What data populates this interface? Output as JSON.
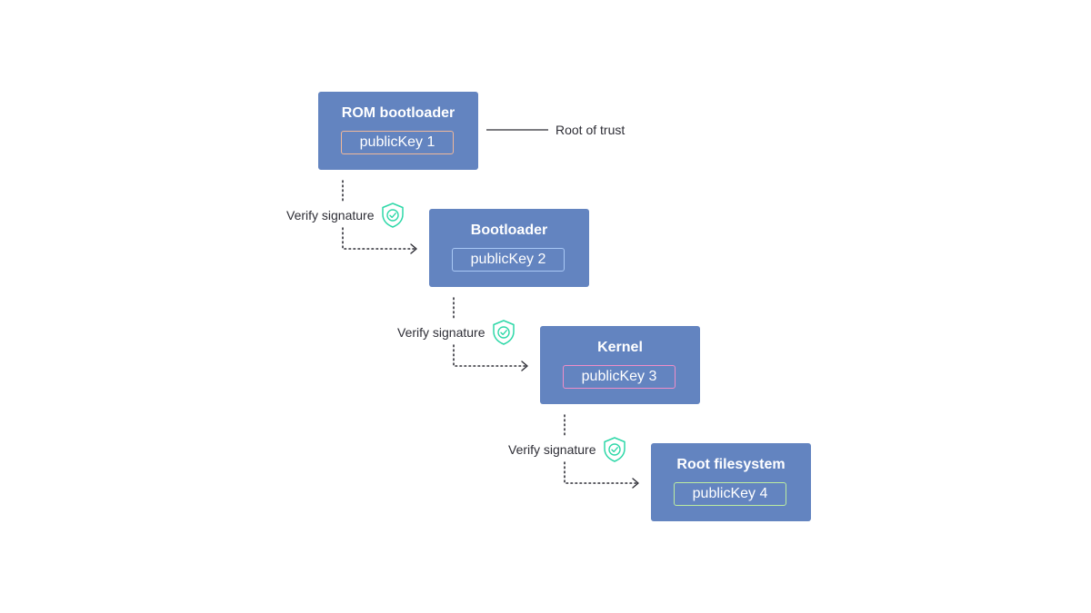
{
  "colors": {
    "box_fill": "#6384c0",
    "text": "#2e2e36",
    "check": "#2ed8a8",
    "connector": "#2e2e36"
  },
  "stages": [
    {
      "title": "ROM bootloader",
      "key": "publicKey 1",
      "key_border": "#f0b89a"
    },
    {
      "title": "Bootloader",
      "key": "publicKey 2",
      "key_border": "#a9c8f5"
    },
    {
      "title": "Kernel",
      "key": "publicKey 3",
      "key_border": "#f08ec8"
    },
    {
      "title": "Root filesystem",
      "key": "publicKey 4",
      "key_border": "#bdeda0"
    }
  ],
  "steps": [
    {
      "label": "Verify signature",
      "icon": "shield-check-icon"
    },
    {
      "label": "Verify signature",
      "icon": "shield-check-icon"
    },
    {
      "label": "Verify signature",
      "icon": "shield-check-icon"
    }
  ],
  "annotation": {
    "label": "Root of trust"
  }
}
